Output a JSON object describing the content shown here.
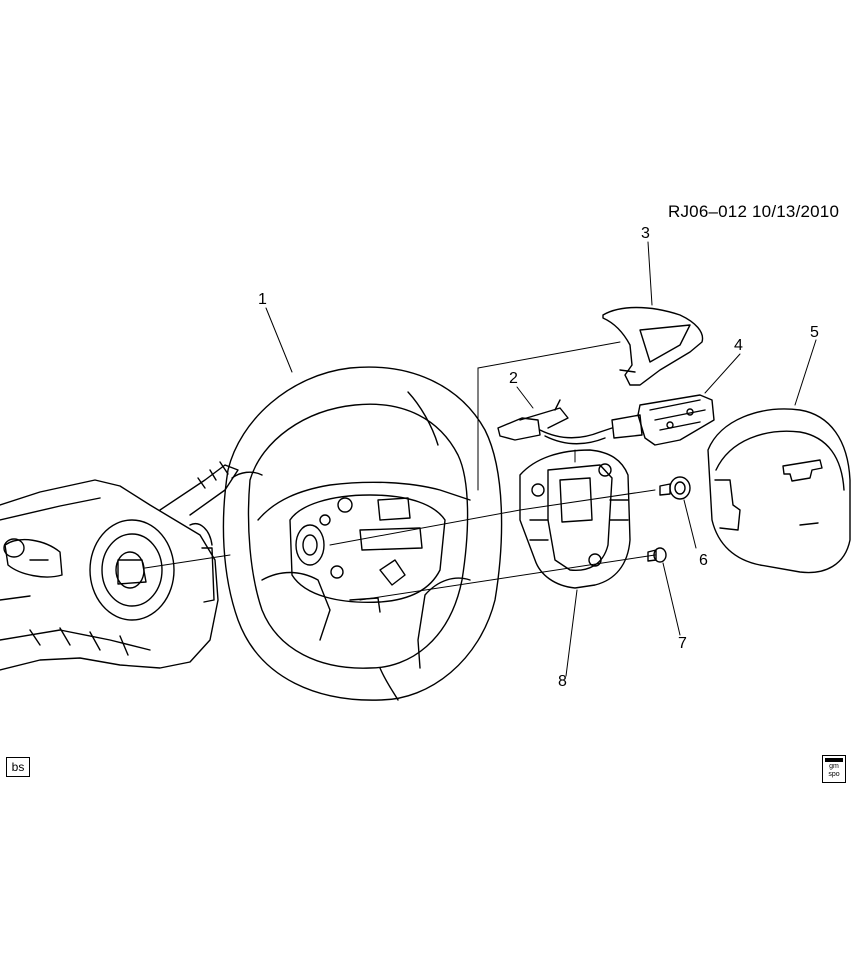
{
  "document_id": "RJ06–012  10/13/2010",
  "callouts": [
    "1",
    "2",
    "3",
    "4",
    "5",
    "6",
    "7",
    "8"
  ],
  "corner_label": "bs",
  "logo": {
    "name": "gm-spo-logo",
    "text_line1": "gm",
    "text_line2": "spo"
  }
}
